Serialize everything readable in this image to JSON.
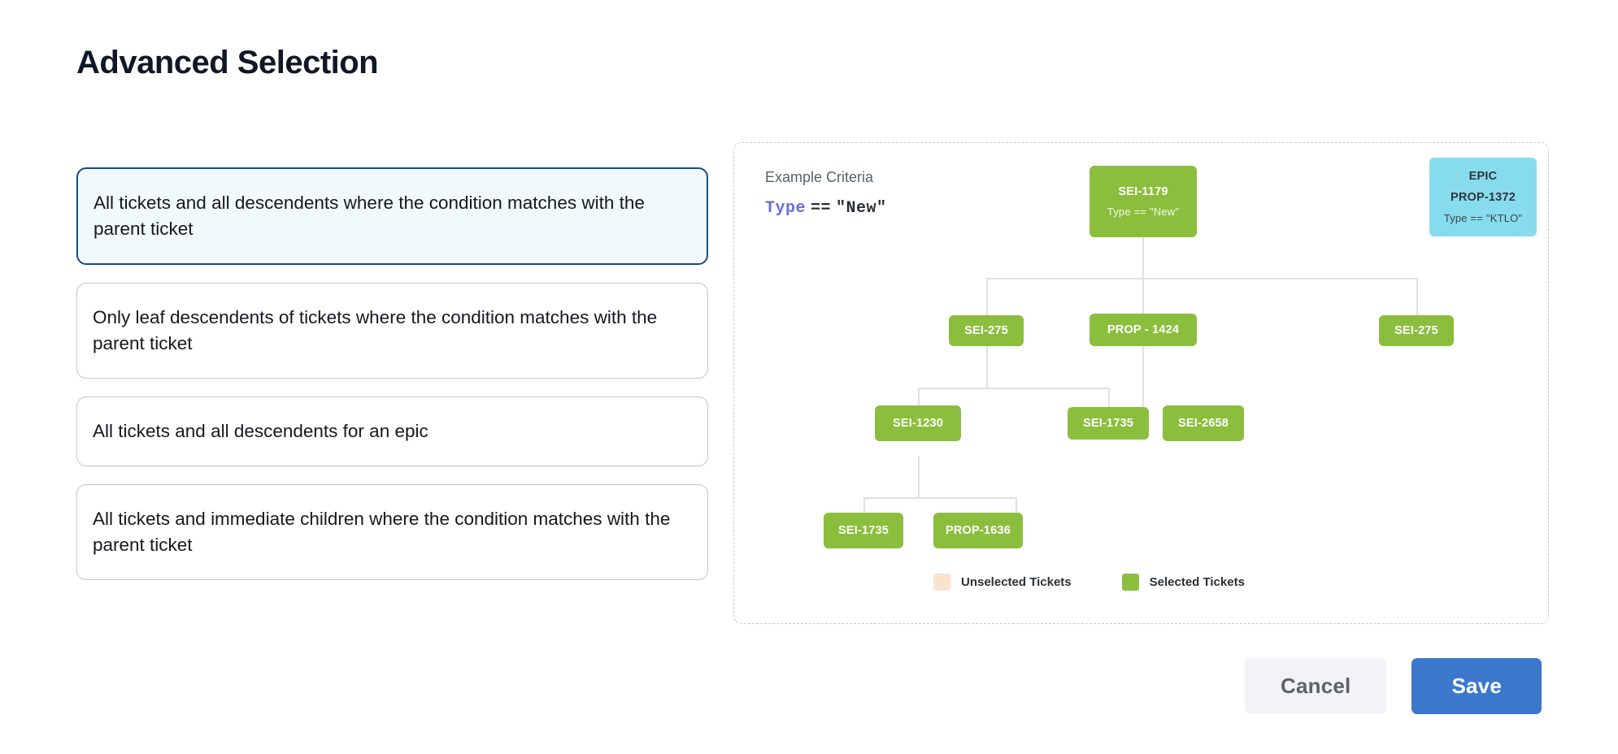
{
  "page": {
    "title": "Advanced Selection"
  },
  "options": [
    {
      "label": "All tickets and all descendents where the condition matches with the parent ticket",
      "selected": true
    },
    {
      "label": "Only leaf descendents of tickets where the condition matches with the parent ticket",
      "selected": false
    },
    {
      "label": "All tickets and all descendents for an epic",
      "selected": false
    },
    {
      "label": "All tickets and immediate children where the condition matches with the parent ticket",
      "selected": false
    }
  ],
  "diagram": {
    "criteria_label": "Example Criteria",
    "criteria_field": "Type",
    "criteria_operator": "==",
    "criteria_value": "\"New\"",
    "nodes": {
      "root": {
        "title": "SEI-1179",
        "subtitle": "Type == \"New\""
      },
      "epic": {
        "kind": "EPIC",
        "title": "PROP-1372",
        "subtitle": "Type == \"KTLO\""
      },
      "sei275a": {
        "title": "SEI-275"
      },
      "prop1424": {
        "title": "PROP - 1424"
      },
      "sei275b": {
        "title": "SEI-275"
      },
      "sei1230": {
        "title": "SEI-1230"
      },
      "sei1735a": {
        "title": "SEI-1735"
      },
      "sei2658": {
        "title": "SEI-2658"
      },
      "sei1735b": {
        "title": "SEI-1735"
      },
      "prop1636": {
        "title": "PROP-1636"
      }
    },
    "legend": {
      "unselected_label": "Unselected Tickets",
      "selected_label": "Selected Tickets",
      "unselected_color": "#fbe2cf",
      "selected_color": "#8bbe3d"
    }
  },
  "footer": {
    "cancel_label": "Cancel",
    "save_label": "Save"
  },
  "colors": {
    "selected_card_border": "#144a8e",
    "selected_card_bg": "#f1f9fc",
    "node_green": "#8bbe3d",
    "epic_cyan": "#86dcec",
    "save_blue": "#3b77cb",
    "criteria_field": "#6b6bdd"
  }
}
